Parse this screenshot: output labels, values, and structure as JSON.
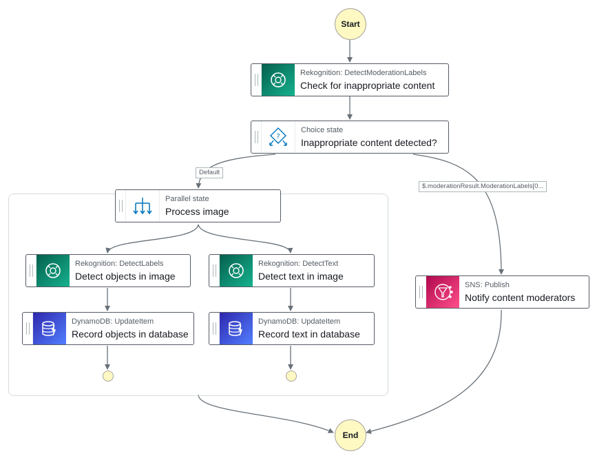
{
  "start": {
    "label": "Start"
  },
  "end": {
    "label": "End"
  },
  "states": {
    "check_content": {
      "type": "Rekognition: DetectModerationLabels",
      "name": "Check for inappropriate content"
    },
    "choice": {
      "type": "Choice state",
      "name": "Inappropriate content detected?"
    },
    "parallel": {
      "type": "Parallel state",
      "name": "Process image"
    },
    "detect_labels": {
      "type": "Rekognition: DetectLabels",
      "name": "Detect objects in image"
    },
    "detect_text": {
      "type": "Rekognition: DetectText",
      "name": "Detect text in image"
    },
    "record_objects": {
      "type": "DynamoDB: UpdateItem",
      "name": "Record objects in database"
    },
    "record_text": {
      "type": "DynamoDB: UpdateItem",
      "name": "Record text in database"
    },
    "notify": {
      "type": "SNS: Publish",
      "name": "Notify content moderators"
    }
  },
  "edge_labels": {
    "default": "Default",
    "moderation": "$.moderationResult.ModerationLabels[0..."
  },
  "icons": {
    "rekognition": "rekognition-icon",
    "dynamodb": "dynamodb-icon",
    "sns": "sns-icon",
    "choice": "choice-icon",
    "parallel": "parallel-icon"
  },
  "colors": {
    "rekognition": "#1a9c7e",
    "dynamodb": "#3f48cc",
    "sns": "#e7157b",
    "terminal": "#fef9c3",
    "edge": "#687078"
  }
}
